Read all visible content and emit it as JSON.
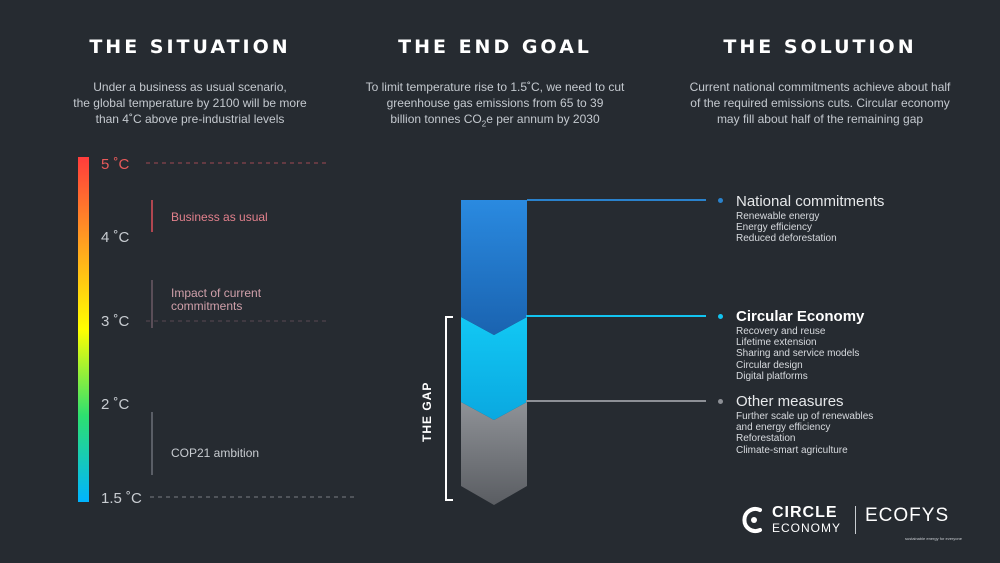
{
  "situation": {
    "title": "THE SITUATION",
    "desc_lines": [
      "Under a business as usual scenario,",
      "the global temperature by 2100 will be more",
      "than 4˚C above pre-industrial levels"
    ],
    "scale_labels": [
      {
        "text": "5 ˚C",
        "value": 5,
        "color": "#e85a5a"
      },
      {
        "text": "4 ˚C",
        "value": 4,
        "color": "#c8ccd1"
      },
      {
        "text": "3 ˚C",
        "value": 3,
        "color": "#c8ccd1"
      },
      {
        "text": "2 ˚C",
        "value": 2,
        "color": "#c8ccd1"
      },
      {
        "text": "1.5 ˚C",
        "value": 1.5,
        "color": "#c8ccd1"
      }
    ],
    "ranges": [
      {
        "lines": [
          "Business as usual"
        ],
        "color": "#e2808c"
      },
      {
        "lines": [
          "Impact of current",
          "commitments"
        ],
        "color": "#d0a0aa"
      },
      {
        "lines": [
          "COP21 ambition"
        ],
        "color": "#c8ccd1"
      }
    ],
    "gradient": [
      "#ff3c3c",
      "#ffa020",
      "#ffff00",
      "#2de070",
      "#00b4ff"
    ]
  },
  "end_goal": {
    "title": "THE END GOAL",
    "desc_line1": "To limit temperature rise to 1.5˚C, we need to cut",
    "desc_line2": "greenhouse gas emissions from 65 to 39",
    "desc_line3_pre": "billion tonnes CO",
    "desc_line3_sub": "2",
    "desc_line3_post": "e per annum by 2030",
    "gap_label": "THE GAP"
  },
  "solution": {
    "title": "THE SOLUTION",
    "desc_lines": [
      "Current national commitments achieve about half",
      "of the required emissions cuts. Circular economy",
      "may fill about half of the remaining gap"
    ],
    "measures": [
      {
        "title": "National commitments",
        "color": "#2a82cc",
        "items": [
          "Renewable energy",
          "Energy efficiency",
          "Reduced deforestation"
        ]
      },
      {
        "title": "Circular Economy",
        "color": "#12c4f0",
        "items": [
          "Recovery and reuse",
          "Lifetime extension",
          "Sharing and service models",
          "Circular design",
          "Digital platforms"
        ]
      },
      {
        "title": "Other measures",
        "color": "#8d9096",
        "items": [
          "Further scale up of renewables",
          "and energy efficiency",
          "Reforestation",
          "Climate-smart agriculture"
        ]
      }
    ]
  },
  "logos": {
    "circle_top": "CIRCLE",
    "circle_bottom": "ECONOMY",
    "ecofys": "ECOFYS",
    "ecofys_tagline": "sustainable energy for everyone"
  }
}
